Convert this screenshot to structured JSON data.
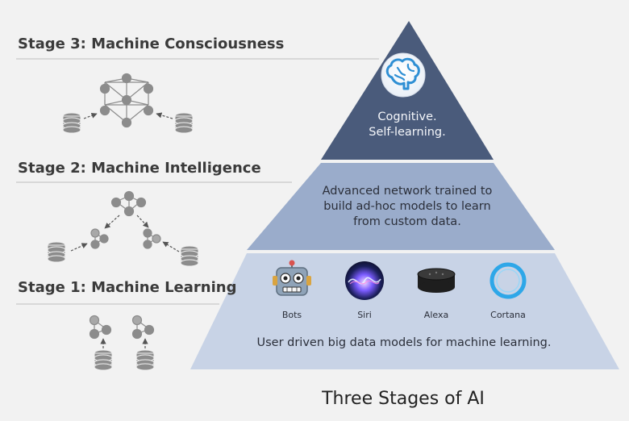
{
  "title": "Three Stages of AI",
  "stages": [
    {
      "label": "Stage 3: Machine Consciousness"
    },
    {
      "label": "Stage 2: Machine Intelligence"
    },
    {
      "label": "Stage 1: Machine Learning"
    }
  ],
  "pyramid": {
    "top": {
      "icon": "brain-icon",
      "lines": [
        "Cognitive.",
        "Self-learning."
      ]
    },
    "middle": {
      "lines": [
        "Advanced network trained to",
        "build ad-hoc models to learn",
        "from custom data."
      ]
    },
    "bottom": {
      "assistants": [
        {
          "label": "Bots",
          "icon": "robot-icon"
        },
        {
          "label": "Siri",
          "icon": "siri-icon"
        },
        {
          "label": "Alexa",
          "icon": "alexa-echo-icon"
        },
        {
          "label": "Cortana",
          "icon": "cortana-icon"
        }
      ],
      "caption": "User driven big data models for machine learning."
    }
  },
  "colors": {
    "background": "#f2f2f2",
    "top_tier": "#4a5b7b",
    "middle_tier": "#9aaccb",
    "bottom_tier": "#c8d3e6",
    "brain": "#2f8fd4",
    "node": "#8c8c8c"
  }
}
